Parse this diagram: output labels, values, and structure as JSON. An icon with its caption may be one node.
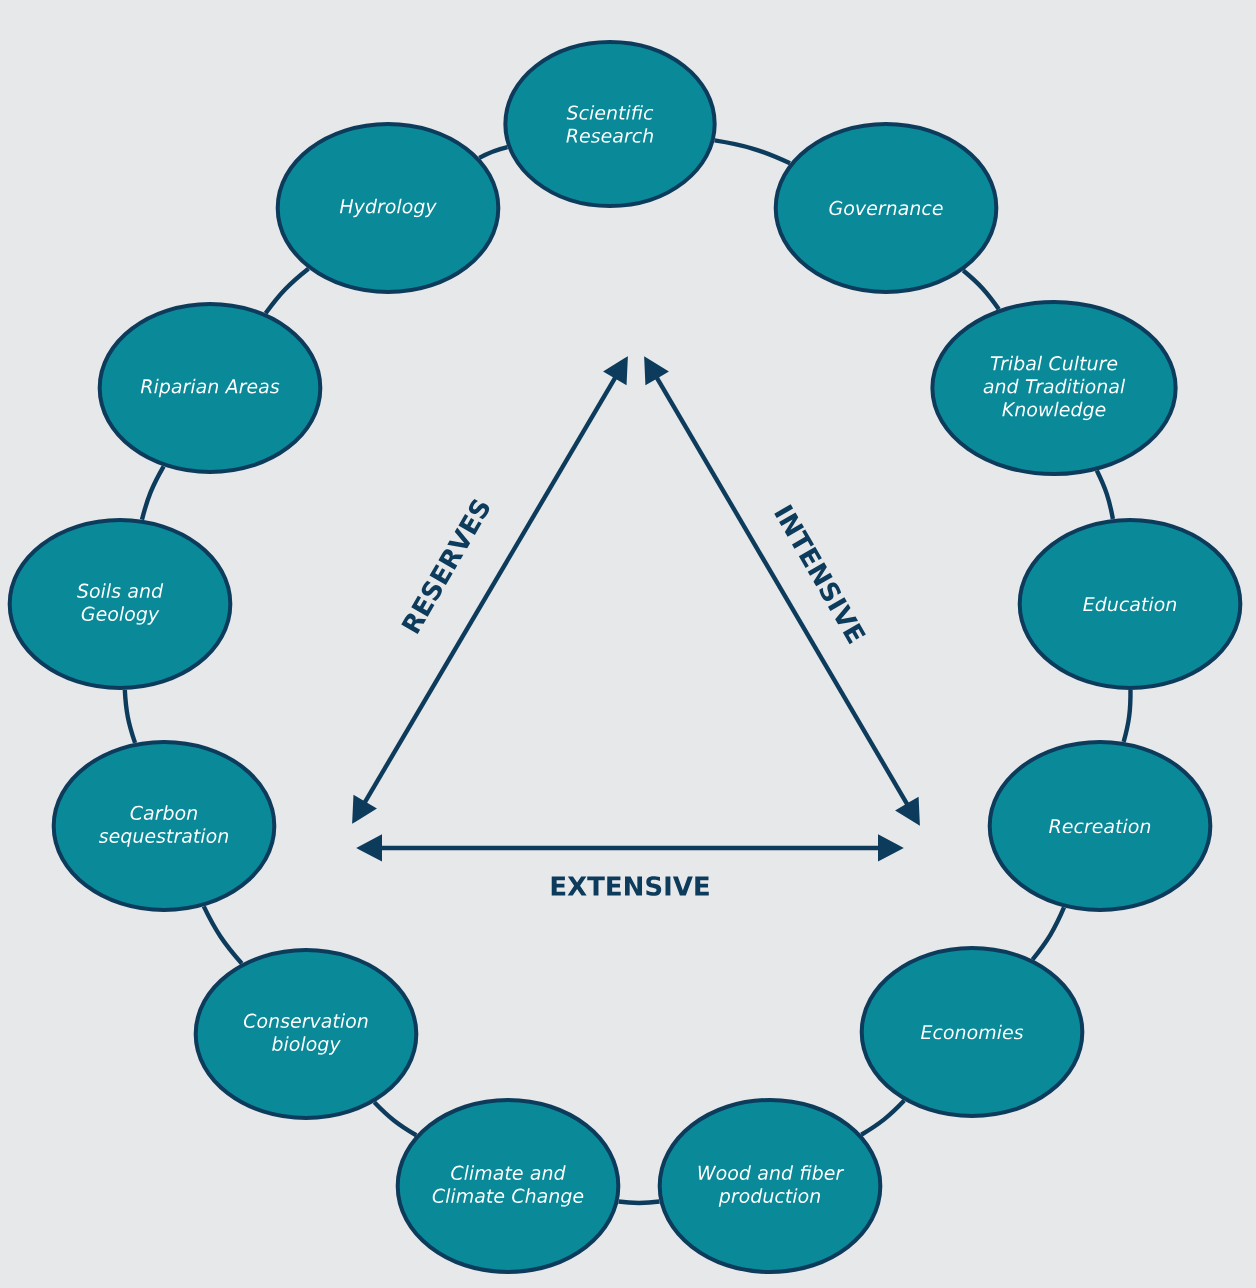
{
  "diagram": {
    "nodes": [
      {
        "text": [
          "Scientific Research"
        ]
      },
      {
        "text": [
          "Governance"
        ]
      },
      {
        "text": [
          "Tribal Culture and Traditional Knowledge"
        ]
      },
      {
        "text": [
          "Education"
        ]
      },
      {
        "text": [
          "Recreation"
        ]
      },
      {
        "text": [
          "Economies"
        ]
      },
      {
        "text": [
          "Wood and fiber production"
        ]
      },
      {
        "text": [
          "Climate and Climate Change"
        ]
      },
      {
        "text": [
          "Conservation biology"
        ]
      },
      {
        "text": [
          "Carbon sequestration"
        ]
      },
      {
        "text": [
          "Soils and Geology"
        ]
      },
      {
        "text": [
          "Riparian Areas"
        ]
      },
      {
        "text": [
          "Hydrology"
        ]
      }
    ],
    "edges": [
      {
        "from": 0,
        "to": 1,
        "arrow": "none"
      },
      {
        "from": 1,
        "to": 2,
        "arrow": "none"
      },
      {
        "from": 2,
        "to": 3,
        "arrow": "none"
      },
      {
        "from": 3,
        "to": 4,
        "arrow": "none"
      },
      {
        "from": 4,
        "to": 5,
        "arrow": "none"
      },
      {
        "from": 5,
        "to": 6,
        "arrow": "none"
      },
      {
        "from": 6,
        "to": 7,
        "arrow": "none"
      },
      {
        "from": 7,
        "to": 8,
        "arrow": "none"
      },
      {
        "from": 8,
        "to": 9,
        "arrow": "none"
      },
      {
        "from": 9,
        "to": 10,
        "arrow": "none"
      },
      {
        "from": 10,
        "to": 11,
        "arrow": "none"
      },
      {
        "from": 11,
        "to": 12,
        "arrow": "none"
      },
      {
        "from": 12,
        "to": 0,
        "arrow": "none"
      }
    ],
    "labels": [
      "RESERVES",
      "INTENSIVE",
      "EXTENSIVE"
    ]
  }
}
